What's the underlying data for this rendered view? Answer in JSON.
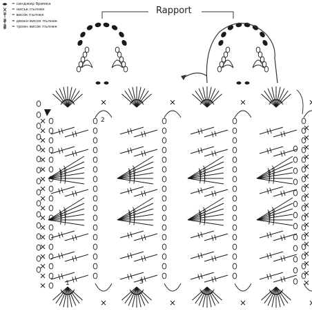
{
  "legend": [
    {
      "symbol": "slip-stitch-icon",
      "label": "= синджир бримка"
    },
    {
      "symbol": "single-crochet-icon",
      "label": "= нисък пълнек"
    },
    {
      "symbol": "treble-icon",
      "label": "= висок пълнек"
    },
    {
      "symbol": "double-treble-icon",
      "label": "= двоен висок пълнек"
    },
    {
      "symbol": "triple-treble-icon",
      "label": "= троен висок пълнек"
    }
  ],
  "repeat_label": "Rapport",
  "row_numbers": [
    "1",
    "2",
    "3"
  ],
  "colors": {
    "ink": "#1a1a1a",
    "line": "#333333",
    "bg": "#ffffff"
  }
}
